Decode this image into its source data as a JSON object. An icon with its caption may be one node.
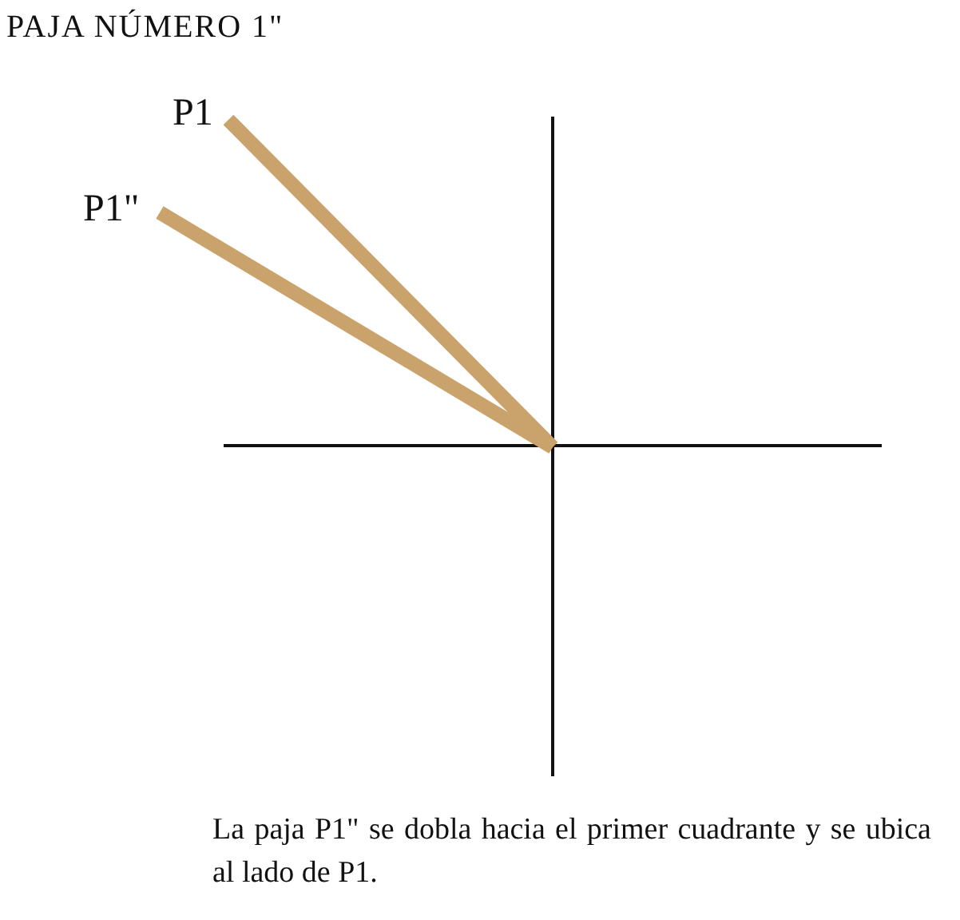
{
  "diagram": {
    "title": "PAJA NÚMERO 1\"",
    "labels": [
      "P1",
      "P1\""
    ],
    "caption": "La paja P1\" se dobla hacia el primer cuadrante y se ubica al lado de P1."
  }
}
